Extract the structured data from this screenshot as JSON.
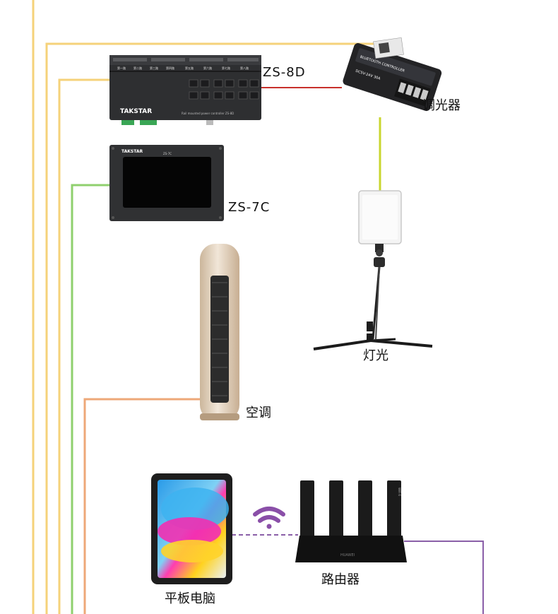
{
  "labels": {
    "zs8d": "ZS-8D",
    "zs7c": "ZS-7C",
    "dimmer": "调光器",
    "light": "灯光",
    "ac": "空调",
    "router": "路由器",
    "tablet": "平板电脑"
  },
  "brand": {
    "module_logo": "TAKSTAR",
    "panel_logo": "TAKSTAR",
    "panel_model": "ZS-7C",
    "module_caption": "Rail mounted power controller ZS-8D",
    "module_channels": [
      "第一路",
      "第二路",
      "第三路",
      "第四路",
      "第五路",
      "第六路",
      "第七路",
      "第八路"
    ],
    "dimmer_caption": "BLUETOOTH CONTROLLER",
    "dimmer_spec": "DC5V-24V 30A",
    "router_brand": "HUAWEI",
    "router_tag": "WiFi 6"
  },
  "colors": {
    "line_yellow": "#f5d27a",
    "line_green": "#8fd06e",
    "line_orange": "#eea878",
    "line_red": "#c8302c",
    "line_lime": "#c9d62f",
    "line_purple": "#8a5fa8",
    "wifi_purple": "#8a4fa8"
  }
}
